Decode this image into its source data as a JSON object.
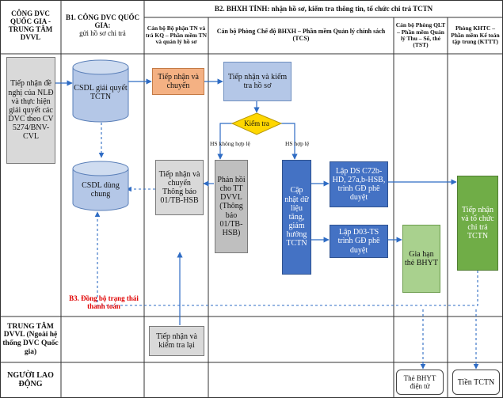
{
  "headers": {
    "col0": "CÔNG DVC QUỐC GIA - TRUNG TÂM DVVL",
    "col1": "B1. CÔNG DVC QUỐC GIA:",
    "col1_sub": "gửi hồ sơ chi trả",
    "b2": "B2. BHXH TỈNH: nhận hồ sơ, kiểm tra thông tin, tổ chức chi trả TCTN",
    "sub_tn": "Cán bộ Bộ phận TN và trả KQ – Phần mềm TN và quản lý hồ sơ",
    "sub_tcs": "Cán bộ Phòng Chế độ BHXH – Phần mềm Quản lý chính sách (TCS)",
    "sub_tst": "Cán bộ Phòng QLT – Phần mềm Quản lý Thu – Sổ, thẻ (TST)",
    "sub_kttt": "Phòng KHTC – Phần mềm Kế toán tập trung (KTTT)"
  },
  "rows": {
    "row2": "TRUNG TÂM DVVL (Ngoài hệ thống DVC Quốc gia)",
    "row3": "NGƯỜI LAO ĐỘNG"
  },
  "nodes": {
    "tiepnhan_denghi": "Tiếp nhận đề nghị của NLĐ và thực hiện giải quyết các DVC theo CV 5274/BNV-CVL",
    "csdl_giai_quyet": "CSDL giải quyết TCTN",
    "csdl_dung_chung": "CSDL dùng chung",
    "tiepnhan_chuyen": "Tiếp nhận và chuyển",
    "tiepnhan_kiemtra_hs": "Tiếp nhận và kiểm tra hồ sơ",
    "kiemtra": "Kiểm tra",
    "hs_khong_hop_le": "HS không hợp lệ",
    "hs_hop_le": "HS hợp lệ",
    "tiepnhan_thongbao": "Tiếp nhận và chuyển Thông báo 01/TB-HSB",
    "phan_hoi": "Phản hồi cho TT DVVL (Thông báo 01/TB-HSB)",
    "cap_nhat": "Cập nhật dữ liệu tăng, giảm hưởng TCTN",
    "lap_ds": "Lập DS C72b-HD, 27a,b-HSB, trình GĐ phê duyệt",
    "lap_d03": "Lập D03-TS trình GĐ phê duyệt",
    "gia_han": "Gia hạn thẻ BHYT",
    "tiepnhan_tochuc": "Tiếp nhận và tổ chức chi trả TCTN",
    "b3_label": "B3. Đồng bộ trạng thái thanh toán",
    "tiepnhan_kiemtra_lai": "Tiếp nhận và kiểm tra lại",
    "the_bhyt": "Thẻ BHYT điện tử",
    "tien_tctn": "Tiền TCTN"
  }
}
